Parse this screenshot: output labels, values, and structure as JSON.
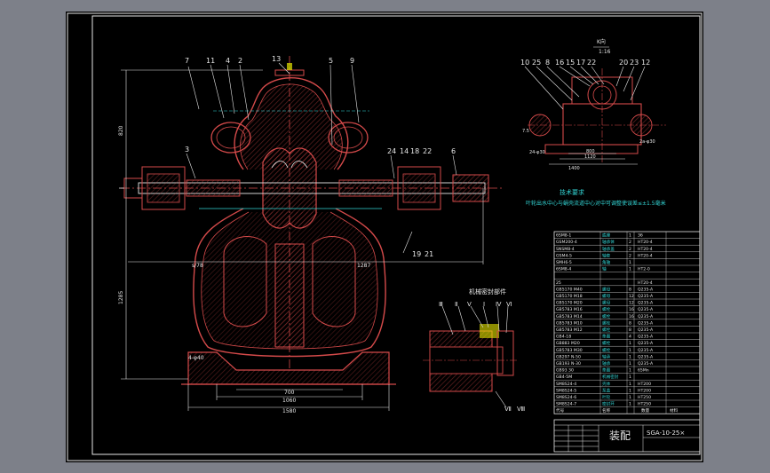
{
  "colors": {
    "window_bg": "#7d8089",
    "canvas_bg": "#000000",
    "frame": "#e6e6e6",
    "outline": "#d44a4a",
    "hatch": "#c24040",
    "dimension": "#e6e6e6",
    "accent_cyan": "#33d6d6",
    "accent_yellow": "#e8e800",
    "accent_magenta": "#e640e6"
  },
  "section_view": {
    "part_numbers": [
      "7",
      "11",
      "4",
      "2",
      "13",
      "5",
      "9",
      "3",
      "24",
      "14",
      "18",
      "22",
      "6",
      "19",
      "21"
    ],
    "dimensions": {
      "d_1580": "1580",
      "d_1060": "1060",
      "d_700": "700",
      "d_1287": "1287",
      "d_left_top": "820",
      "d_left_mid": "1285",
      "d_hole": "4-φ40",
      "d_s78": "s/78"
    }
  },
  "side_view": {
    "part_numbers": [
      "10",
      "25",
      "8",
      "16",
      "15",
      "17",
      "22",
      "20",
      "23",
      "12"
    ],
    "section_label": "K向",
    "section_ratio": "1:16",
    "dimensions": {
      "d_24": "24-φ30",
      "d_2a": "2a-φ30",
      "d_800": "800",
      "d_1120": "1120",
      "d_1400": "1400",
      "d_75": "7.5"
    }
  },
  "tech_req": {
    "title": "技术要求",
    "line1": "叶轮出水中心与蜗壳流道中心对中可调整使误差≤±1.5毫米"
  },
  "detail_view": {
    "title": "机械密封部件",
    "roman_labels": [
      "Ⅲ",
      "Ⅱ",
      "Ⅴ",
      "Ⅰ",
      "Ⅳ",
      "Ⅵ"
    ],
    "bottom_labels": [
      "Ⅶ",
      "Ⅷ"
    ]
  },
  "bom": {
    "rows": [
      {
        "code": "6SM8-1",
        "name": "底座",
        "qty": "1",
        "mat": "36"
      },
      {
        "code": "GSM200-4",
        "name": "轴承体",
        "qty": "2",
        "mat": "HT20-4"
      },
      {
        "code": "SNSM8-4",
        "name": "轴承盖",
        "qty": "2",
        "mat": "HT20-4"
      },
      {
        "code": "GSM4-5",
        "name": "轴套",
        "qty": "2",
        "mat": "HT20-4"
      },
      {
        "code": "SMH6-5",
        "name": "角轴",
        "qty": "1",
        "mat": ""
      },
      {
        "code": "6SM8-4",
        "name": "轴",
        "qty": "1",
        "mat": "HT2-0"
      },
      {
        "code": "",
        "name": "",
        "qty": "",
        "mat": ""
      },
      {
        "code": "25",
        "name": "",
        "qty": "",
        "mat": "HT20-4"
      },
      {
        "code": "GB5170 M40",
        "name": "螺母",
        "qty": "8",
        "mat": "Q235-A"
      },
      {
        "code": "GB5170 M18",
        "name": "螺母",
        "qty": "12",
        "mat": "Q235-A"
      },
      {
        "code": "GB5170 M20",
        "name": "螺母",
        "qty": "12",
        "mat": "Q235-A"
      },
      {
        "code": "GB5783 M16",
        "name": "螺栓",
        "qty": "16",
        "mat": "Q235-A"
      },
      {
        "code": "GB5783 M14",
        "name": "螺栓",
        "qty": "16",
        "mat": "Q235-A"
      },
      {
        "code": "GB5783 M10",
        "name": "螺栓",
        "qty": "8",
        "mat": "Q235-A"
      },
      {
        "code": "GB5783 M12",
        "name": "螺栓",
        "qty": "8",
        "mat": "Q235-A"
      },
      {
        "code": "GB4-18",
        "name": "垫圈",
        "qty": "4",
        "mat": "Q235-A"
      },
      {
        "code": "GB883 M20",
        "name": "螺栓",
        "qty": "1",
        "mat": "Q235-A"
      },
      {
        "code": "GB5783 M30",
        "name": "螺栓",
        "qty": "1",
        "mat": "Q235-A"
      },
      {
        "code": "GB297 N-50",
        "name": "轴承",
        "qty": "1",
        "mat": "Q235-A"
      },
      {
        "code": "GB193 N-30",
        "name": "轴承",
        "qty": "1",
        "mat": "Q235-A"
      },
      {
        "code": "GB93 30",
        "name": "垫圈",
        "qty": "1",
        "mat": "65Mn"
      },
      {
        "code": "GB4-5M",
        "name": "机械密封",
        "qty": "1",
        "mat": ""
      },
      {
        "code": "SM8S24-4",
        "name": "壳体",
        "qty": "1",
        "mat": "HT200"
      },
      {
        "code": "SM8S24-5",
        "name": "泵盖",
        "qty": "1",
        "mat": "HT200"
      },
      {
        "code": "SM8S24-6",
        "name": "叶轮",
        "qty": "1",
        "mat": "HT250"
      },
      {
        "code": "SM8S24-7",
        "name": "密封环",
        "qty": "1",
        "mat": "HT250"
      }
    ],
    "header": {
      "code": "代号",
      "name": "名称",
      "qty": "数量",
      "mat": "材料"
    }
  },
  "title_block": {
    "label": "装配",
    "code": "SGA-10-25×"
  }
}
